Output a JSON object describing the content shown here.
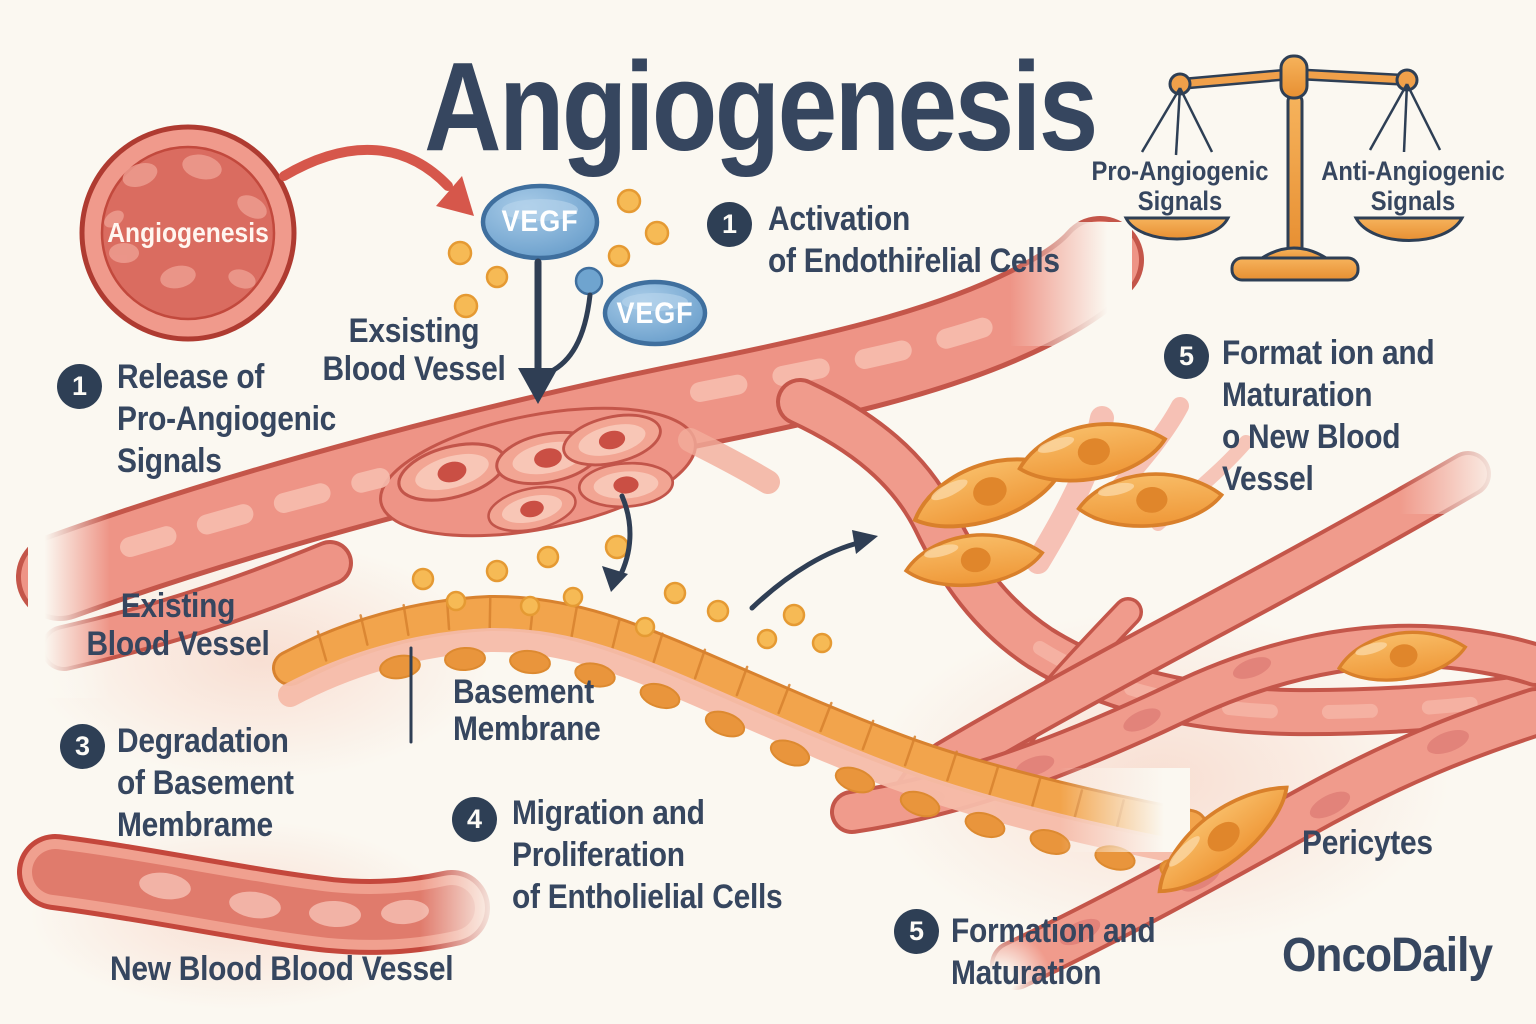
{
  "title": "Angiogenesis",
  "tumor_label": "Angiogenesis",
  "vegf": {
    "v1": "VEGF",
    "v2": "VEGF"
  },
  "balance": {
    "left": {
      "line1": "Pro-Angiogenic",
      "line2": "Signals"
    },
    "right": {
      "line1": "Anti-Angiogenic",
      "line2": "Signals"
    }
  },
  "steps": {
    "release": {
      "num": "1",
      "line1": "Release of",
      "line2": "Pro-Angiogenic",
      "line3": "Signals"
    },
    "activation": {
      "num": "1",
      "line1": "Activation",
      "line2": "of Endothiṙelial Cells"
    },
    "degradation": {
      "num": "3",
      "line1": "Degradation",
      "line2": "of Basement",
      "line3": "Membrame"
    },
    "migration": {
      "num": "4",
      "line1": "Migration and",
      "line2": "Proliferation",
      "line3": "of Entholielial Cells"
    },
    "formation_right": {
      "num": "5",
      "line1": "Format ion and",
      "line2": "Maturation",
      "line3": "o New Blood",
      "line4": "Vessel"
    },
    "formation_bottom": {
      "num": "5",
      "line1": "Formation and",
      "line2": "Maturation"
    }
  },
  "labels": {
    "exsisting_vessel": {
      "line1": "Exsisting",
      "line2": "Blood Vessel"
    },
    "existing_vessel": {
      "line1": "Existing",
      "line2": "Blood Vessel"
    },
    "basement_membrane": {
      "line1": "Basement",
      "line2": "Membrane"
    },
    "new_vessel": "New Blood Blood Vessel",
    "pericytes": "Pericytes"
  },
  "brand": "OncoDaily",
  "colors": {
    "background": "#FBF8F1",
    "text": "#36465F",
    "badge": "#2E3F55",
    "vessel": "#EE9486",
    "vessel_outline": "#C4564A",
    "vegf_blue": "#6FA8D4",
    "signal_orange": "#F6BA55",
    "membrane_orange": "#F2A44C",
    "pericyte_orange": "#F3A149",
    "scale_orange": "#F0A04A",
    "arrow_red": "#D6574B"
  }
}
